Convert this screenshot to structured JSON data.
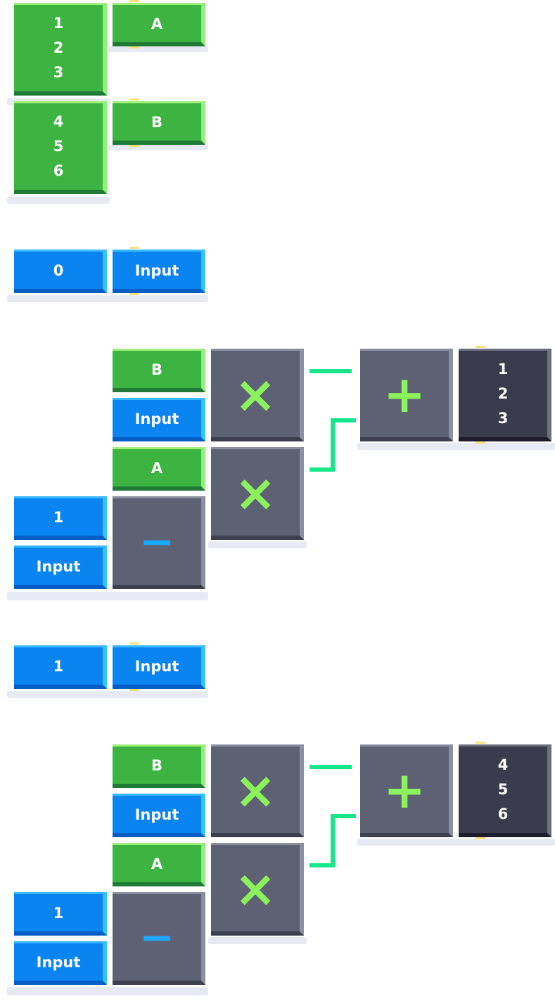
{
  "vectors": [
    {
      "values": [
        "1",
        "2",
        "3"
      ],
      "label": "A"
    },
    {
      "values": [
        "4",
        "5",
        "6"
      ],
      "label": "B"
    }
  ],
  "input_defs": [
    {
      "value": "0",
      "label": "Input"
    },
    {
      "value": "1",
      "label": "Input"
    }
  ],
  "graphs": [
    {
      "b_label": "B",
      "input_label": "Input",
      "a_label": "A",
      "one_value": "1",
      "input2_label": "Input",
      "minus_symbol": "−",
      "times_symbol": "×",
      "plus_symbol": "+",
      "result": [
        "1",
        "2",
        "3"
      ]
    },
    {
      "b_label": "B",
      "input_label": "Input",
      "a_label": "A",
      "one_value": "1",
      "input2_label": "Input",
      "minus_symbol": "−",
      "times_symbol": "×",
      "plus_symbol": "+",
      "result": [
        "4",
        "5",
        "6"
      ]
    }
  ],
  "colors": {
    "vector_block": "#3db342",
    "scalar_block": "#0a84f0",
    "operator_block": "#5e6174",
    "result_block": "#3a3b4c",
    "operator_symbol": "#8cf25c",
    "minus_symbol": "#1aa9ff",
    "wire": "#19e68a",
    "notch": "#f7e27a"
  }
}
